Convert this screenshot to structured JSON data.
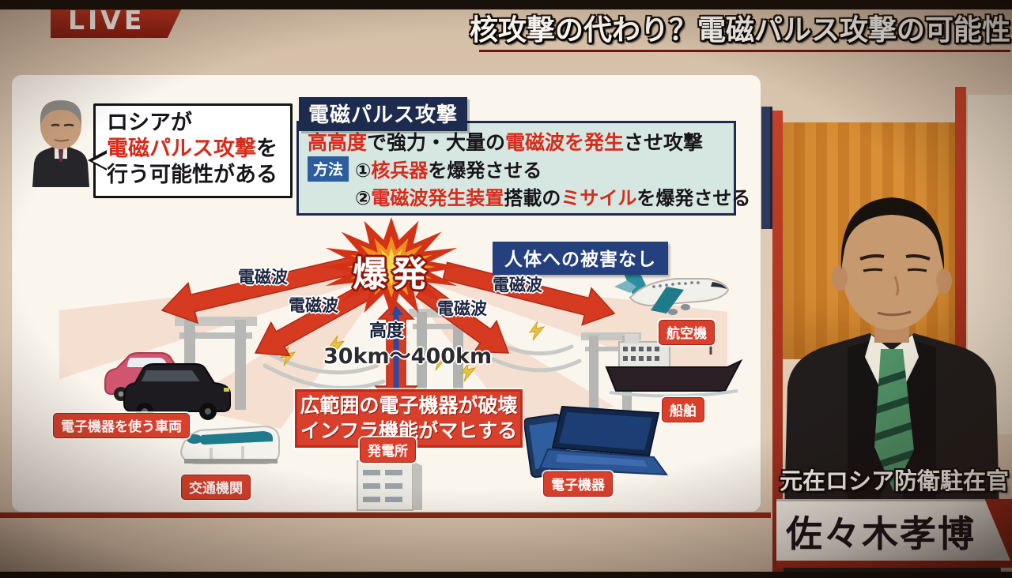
{
  "broadcast": {
    "live_badge": "LIVE",
    "headline": "核攻撃の代わり？電磁パルス攻撃の可能性"
  },
  "commentator_bubble": {
    "line1": "ロシアが",
    "line2_highlight": "電磁パルス攻撃",
    "line2_rest": "を",
    "line3": "行う可能性がある"
  },
  "info_box": {
    "title": "電磁パルス攻撃",
    "summary": [
      {
        "text": "高高度",
        "color": "red"
      },
      {
        "text": "で強力・大量の",
        "color": "dark"
      },
      {
        "text": "電磁波を発生",
        "color": "red"
      },
      {
        "text": "させ攻撃",
        "color": "dark"
      }
    ],
    "method_badge": "方法",
    "method1": [
      {
        "text": "①",
        "color": "dark"
      },
      {
        "text": "核兵器",
        "color": "red"
      },
      {
        "text": "を爆発させる",
        "color": "dark"
      }
    ],
    "method2": [
      {
        "text": "②",
        "color": "dark"
      },
      {
        "text": "電磁波発生装置",
        "color": "red"
      },
      {
        "text": "搭載の",
        "color": "dark"
      },
      {
        "text": "ミサイル",
        "color": "red"
      },
      {
        "text": "を爆発させる",
        "color": "dark"
      }
    ]
  },
  "diagram": {
    "explosion_label": "爆発",
    "no_harm_badge": "人体への被害なし",
    "wave_labels": [
      "電磁波",
      "電磁波",
      "電磁波",
      "電磁波"
    ],
    "altitude_label": "高度",
    "altitude_range": "30km～400km",
    "damage_line1": "広範囲の電子機器が破壊",
    "damage_line2": "インフラ機能がマヒする",
    "targets": {
      "vehicles": "電子機器を使う車両",
      "transport": "交通機関",
      "power_plant": "発電所",
      "electronics": "電子機器",
      "aircraft": "航空機",
      "ships": "船舶"
    }
  },
  "guest": {
    "title": "元在ロシア防衛駐在官",
    "name": "佐々木孝博"
  },
  "colors": {
    "accent_red": "#c8351f",
    "badge_red": "#d8402c",
    "navy": "#1c2b4e",
    "method_blue": "#2b5d9f",
    "no_harm_blue": "#24407e",
    "info_bg": "#d6e7e1",
    "highlight_red": "#d62b1a",
    "studio_wood": "#d88f35"
  }
}
